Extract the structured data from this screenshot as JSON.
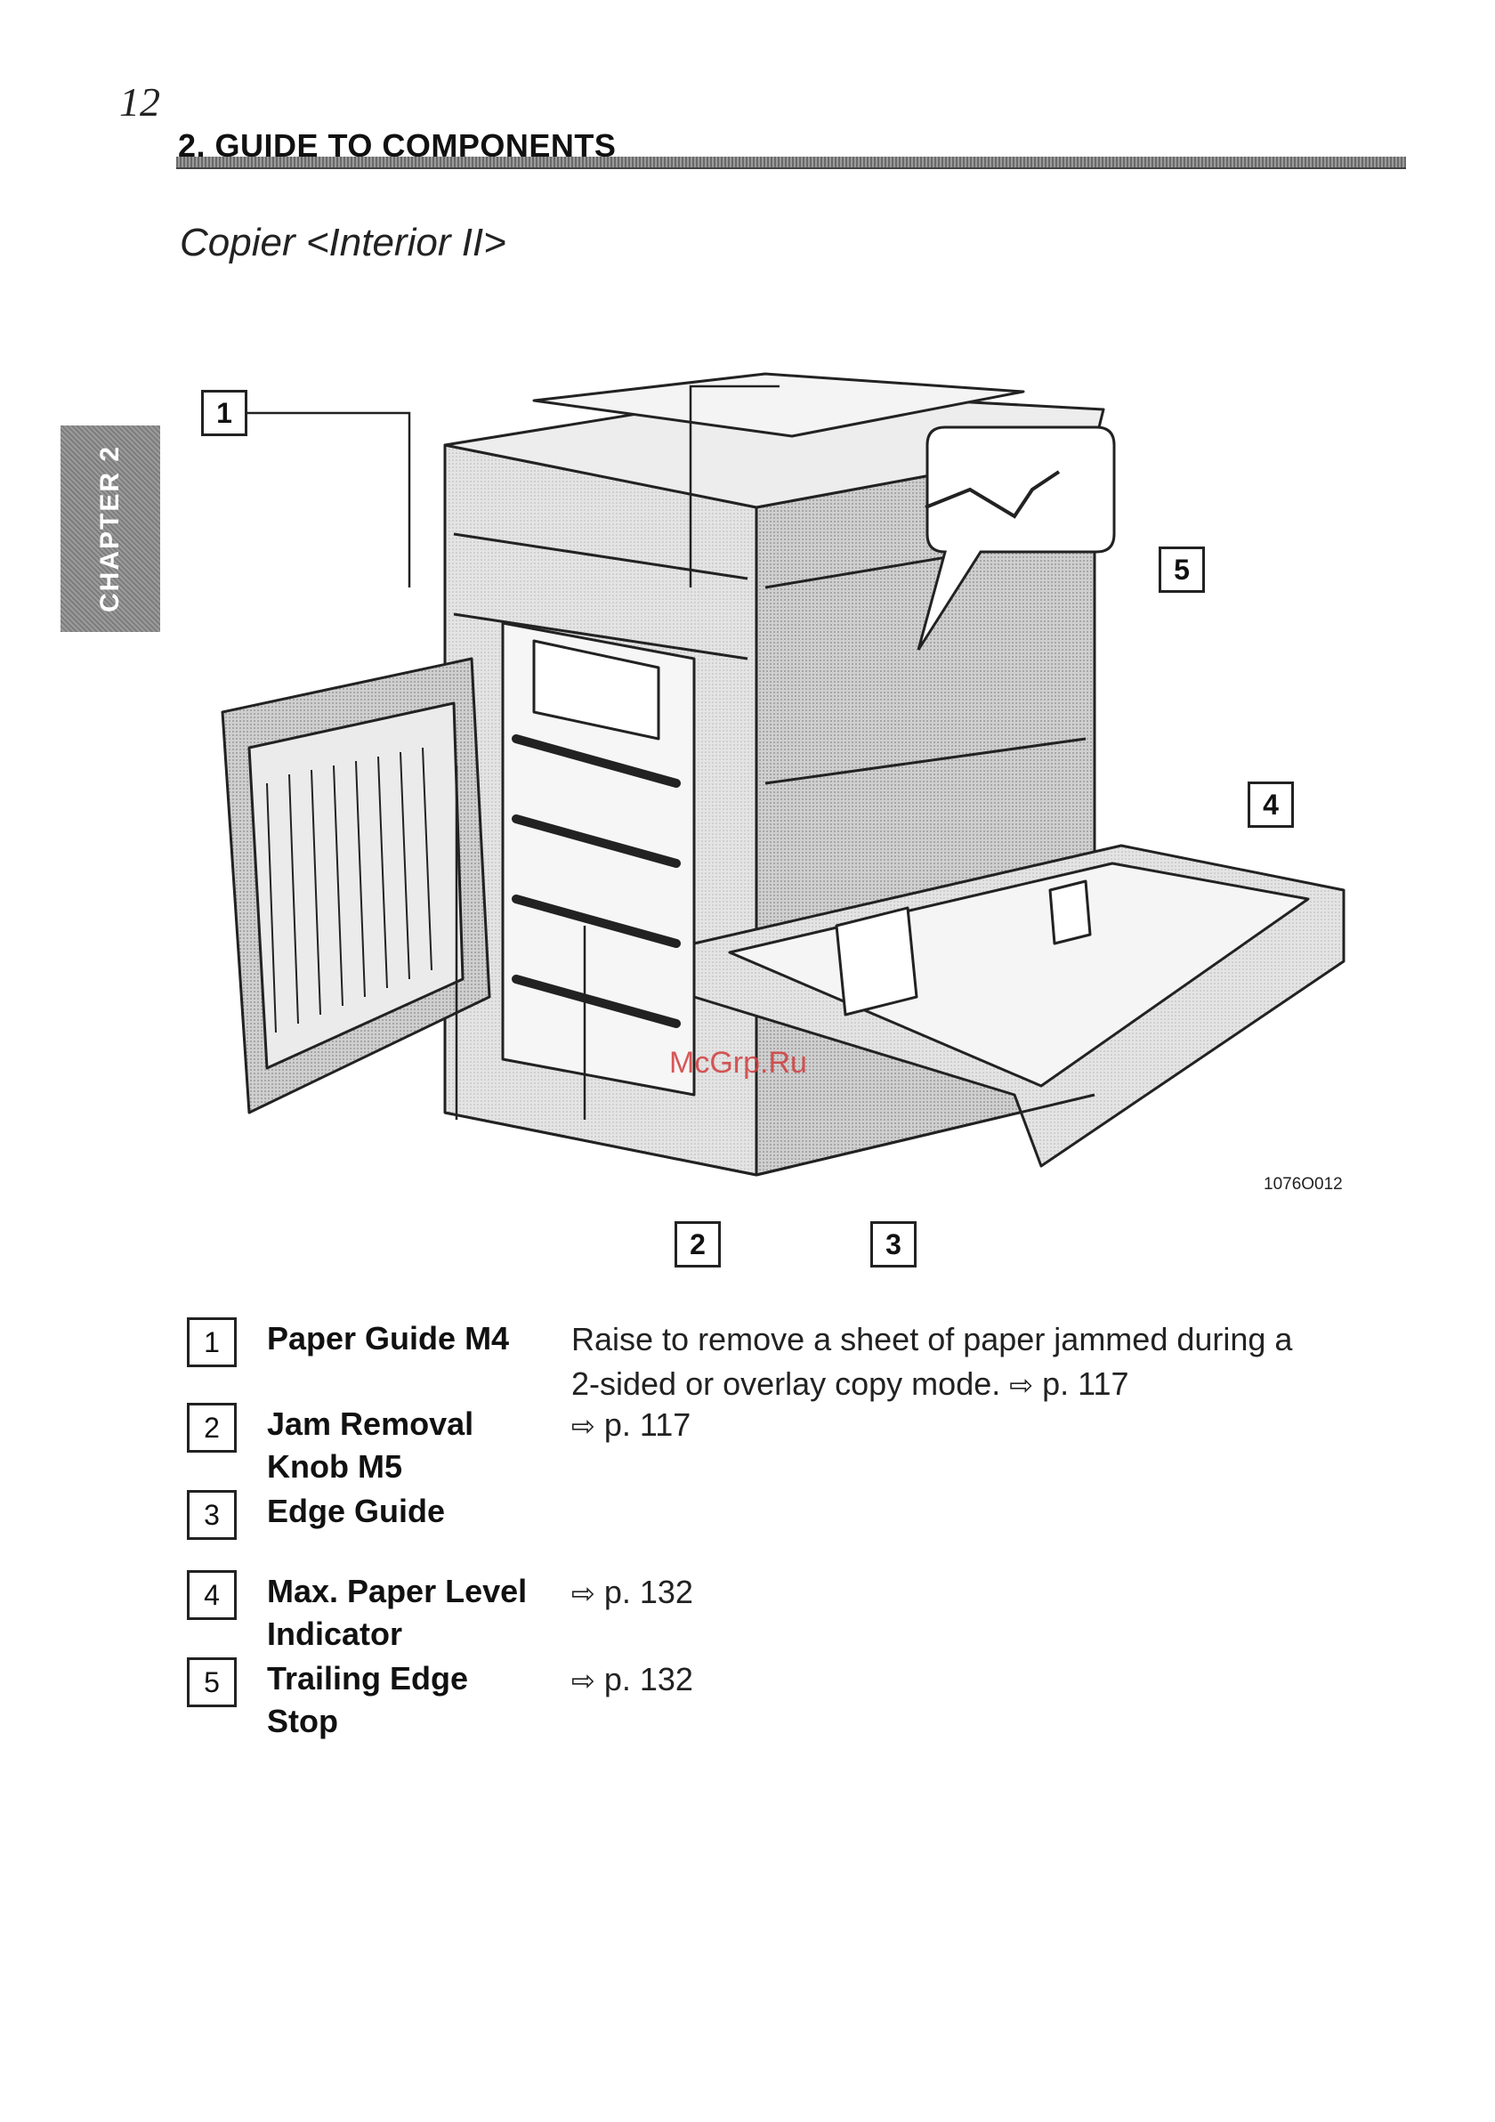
{
  "header": {
    "page_number": "12",
    "section_title": "2. GUIDE TO COMPONENTS",
    "subtitle": "Copier <Interior II>"
  },
  "chapter_tab": "CHAPTER 2",
  "figure": {
    "code": "1076O012",
    "watermark": "McGrp.Ru",
    "callouts": [
      "1",
      "2",
      "3",
      "4",
      "5"
    ]
  },
  "legend": [
    {
      "number": "1",
      "name_line1": "Paper Guide M4",
      "name_line2": "",
      "desc_line1": "Raise to remove a sheet of paper jammed during a",
      "desc_line2": "2-sided or overlay copy mode.",
      "ref": "p. 117"
    },
    {
      "number": "2",
      "name_line1": "Jam Removal",
      "name_line2": "Knob M5",
      "desc_line1": "",
      "desc_line2": "",
      "ref": "p. 117"
    },
    {
      "number": "3",
      "name_line1": "Edge Guide",
      "name_line2": "",
      "desc_line1": "",
      "desc_line2": "",
      "ref": ""
    },
    {
      "number": "4",
      "name_line1": "Max. Paper Level",
      "name_line2": "Indicator",
      "desc_line1": "",
      "desc_line2": "",
      "ref": "p. 132"
    },
    {
      "number": "5",
      "name_line1": "Trailing Edge",
      "name_line2": "Stop",
      "desc_line1": "",
      "desc_line2": "",
      "ref": "p. 132"
    }
  ]
}
